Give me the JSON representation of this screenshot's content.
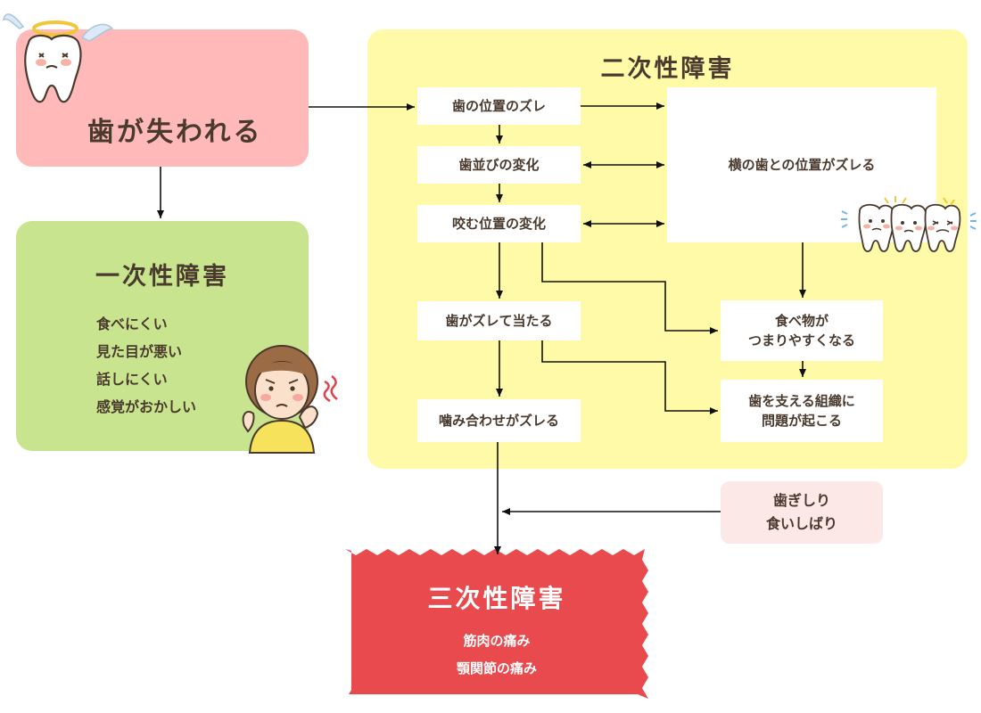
{
  "loss": {
    "title": "歯が失われる"
  },
  "primary": {
    "title": "一次性障害",
    "items": [
      "食べにくい",
      "見た目が悪い",
      "話しにくい",
      "感覚がおかしい"
    ]
  },
  "secondary": {
    "title": "二次性障害",
    "shift": "歯の位置のズレ",
    "alignment": "歯並びの変化",
    "bite": "咬む位置の変化",
    "adjacent": "横の歯との位置がズレる",
    "hit": "歯がズレて当たる",
    "mesh": "噛み合わせがズレる",
    "food_line1": "食べ物が",
    "food_line2": "つまりやすくなる",
    "tissue_line1": "歯を支える組織に",
    "tissue_line2": "問題が起こる"
  },
  "grinding": {
    "line1": "歯ぎしり",
    "line2": "食いしばり"
  },
  "tertiary": {
    "title": "三次性障害",
    "items": [
      "筋肉の痛み",
      "顎関節の痛み"
    ]
  },
  "colors": {
    "loss_bg": "#ffb9b8",
    "primary_bg": "#c9e48e",
    "secondary_bg": "#fffaa8",
    "tertiary_bg": "#e84a4d",
    "grinding_bg": "#fde8e8",
    "text": "#4a3a2e"
  },
  "icons": [
    "angel-tooth-icon",
    "worried-woman-icon",
    "sad-teeth-icon"
  ]
}
